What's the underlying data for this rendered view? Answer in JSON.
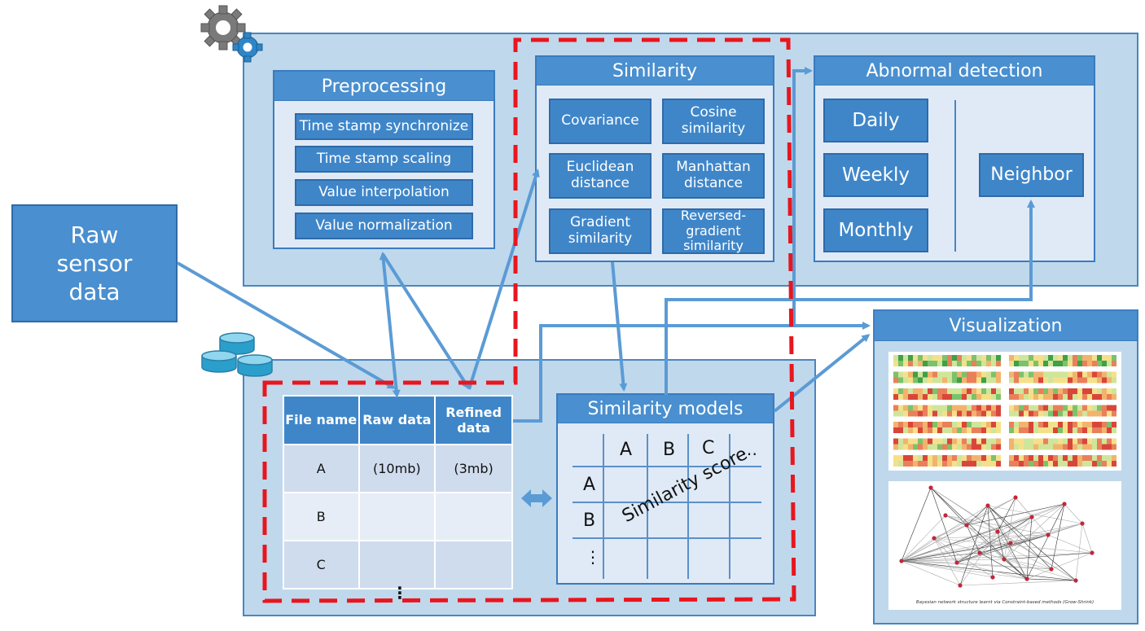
{
  "raw_sensor": {
    "lines": [
      "Raw",
      "sensor",
      "data"
    ]
  },
  "preprocessing": {
    "title": "Preprocessing",
    "items": [
      "Time stamp synchronize",
      "Time stamp scaling",
      "Value interpolation",
      "Value normalization"
    ]
  },
  "similarity": {
    "title": "Similarity",
    "items": [
      "Covariance",
      "Cosine similarity",
      "Euclidean distance",
      "Manhattan distance",
      "Gradient similarity",
      "Reversed-gradient similarity"
    ]
  },
  "abnormal": {
    "title": "Abnormal detection",
    "periods": [
      "Daily",
      "Weekly",
      "Monthly"
    ],
    "neighbor": "Neighbor"
  },
  "file_table": {
    "headers": [
      "File name",
      "Raw data",
      "Refined data"
    ],
    "rows": [
      [
        "A",
        "(10mb)",
        "(3mb)"
      ],
      [
        "B",
        "",
        ""
      ],
      [
        "C",
        "",
        ""
      ]
    ],
    "more": "⋮"
  },
  "similarity_models": {
    "title": "Similarity models",
    "col_labels": [
      "A",
      "B",
      "C",
      "…"
    ],
    "row_labels": [
      "A",
      "B",
      "⋮"
    ],
    "score_label": "Similarity score"
  },
  "visualization": {
    "title": "Visualization",
    "graph_caption": "Bayesian network structure learnt via Constraint-based methods (Grow-Shrink)"
  },
  "colors": {
    "accent": "#4a8fcf",
    "panel": "#c0d8ec",
    "dashed": "#e8161e",
    "arrow": "#5b9bd5"
  }
}
